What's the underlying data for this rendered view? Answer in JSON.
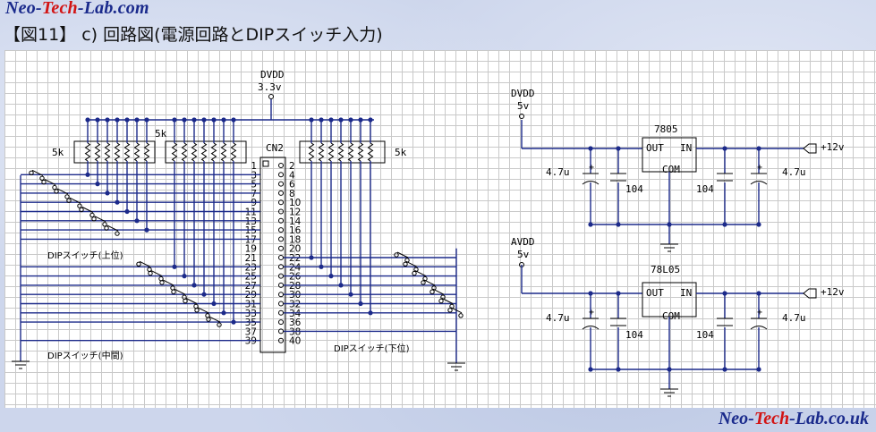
{
  "header": {
    "brand_prefix": "Neo-",
    "brand_mid": "Tech",
    "brand_suffix": "-Lab.com",
    "figure_title": "【図11】 c) 回路図(電源回路とDIPスイッチ入力)"
  },
  "footer": {
    "brand_prefix": "Neo-",
    "brand_mid": "Tech",
    "brand_suffix": "-Lab.co.uk"
  },
  "left_circuit": {
    "supply_name": "DVDD",
    "supply_voltage": "3.3v",
    "resistor_value": "5k",
    "connector_name": "CN2",
    "pins_left": [
      "1",
      "3",
      "5",
      "7",
      "9",
      "11",
      "13",
      "15",
      "17",
      "19",
      "21",
      "23",
      "25",
      "27",
      "29",
      "31",
      "33",
      "35",
      "37",
      "39"
    ],
    "pins_right": [
      "2",
      "4",
      "6",
      "8",
      "10",
      "12",
      "14",
      "16",
      "18",
      "20",
      "22",
      "24",
      "26",
      "28",
      "30",
      "32",
      "34",
      "36",
      "38",
      "40"
    ],
    "dip_upper_label": "DIPスイッチ(上位)",
    "dip_middle_label": "DIPスイッチ(中間)",
    "dip_lower_label": "DIPスイッチ(下位)"
  },
  "power_digital": {
    "rail_name": "DVDD",
    "rail_voltage": "5v",
    "regulator": "7805",
    "pin_out": "OUT",
    "pin_in": "IN",
    "pin_com": "COM",
    "cap_electrolytic": "4.7u",
    "cap_ceramic": "104",
    "input_voltage": "+12v"
  },
  "power_analog": {
    "rail_name": "AVDD",
    "rail_voltage": "5v",
    "regulator": "78L05",
    "pin_out": "OUT",
    "pin_in": "IN",
    "pin_com": "COM",
    "cap_electrolytic": "4.7u",
    "cap_ceramic": "104",
    "input_voltage": "+12v"
  },
  "colors": {
    "wire": "#1c2a8a",
    "brand_blue": "#1a2a8c",
    "brand_red": "#d21414",
    "grid": "#c9c9c9"
  }
}
